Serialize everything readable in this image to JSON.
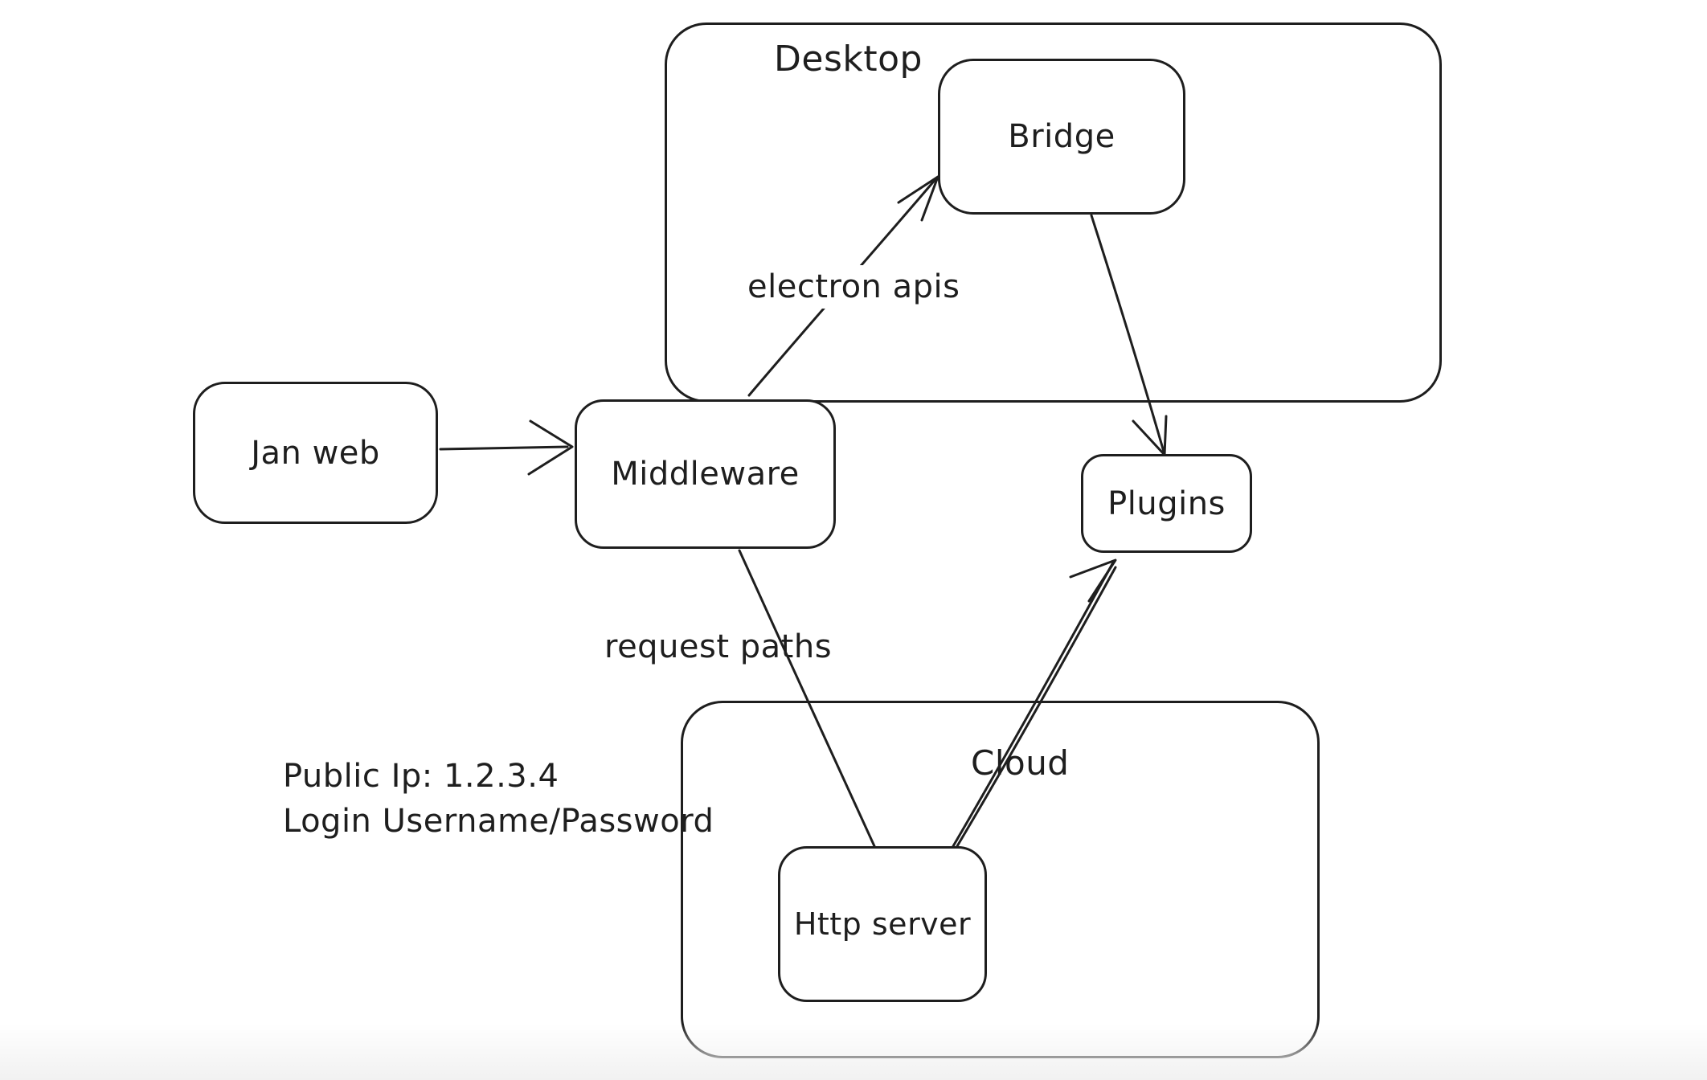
{
  "diagram": {
    "containers": {
      "desktop": {
        "label": "Desktop"
      },
      "cloud": {
        "label": "Cloud"
      }
    },
    "nodes": {
      "jan_web": {
        "label": "Jan web"
      },
      "middleware": {
        "label": "Middleware"
      },
      "bridge": {
        "label": "Bridge"
      },
      "plugins": {
        "label": "Plugins"
      },
      "http_server": {
        "label": "Http server"
      }
    },
    "edges": [
      {
        "from": "Jan web",
        "to": "Middleware",
        "label": ""
      },
      {
        "from": "Middleware",
        "to": "Bridge",
        "label": "electron apis"
      },
      {
        "from": "Bridge",
        "to": "Plugins",
        "label": ""
      },
      {
        "from": "Middleware",
        "to": "Http server",
        "label": "request paths"
      },
      {
        "from": "Http server",
        "to": "Plugins",
        "label": ""
      }
    ],
    "edge_labels": {
      "electron_apis": "electron apis",
      "request_paths": "request paths"
    },
    "notes": {
      "line1": "Public Ip: 1.2.3.4",
      "line2": "Login Username/Password"
    },
    "colors": {
      "stroke": "#1e1e1e",
      "background": "#ffffff"
    }
  }
}
